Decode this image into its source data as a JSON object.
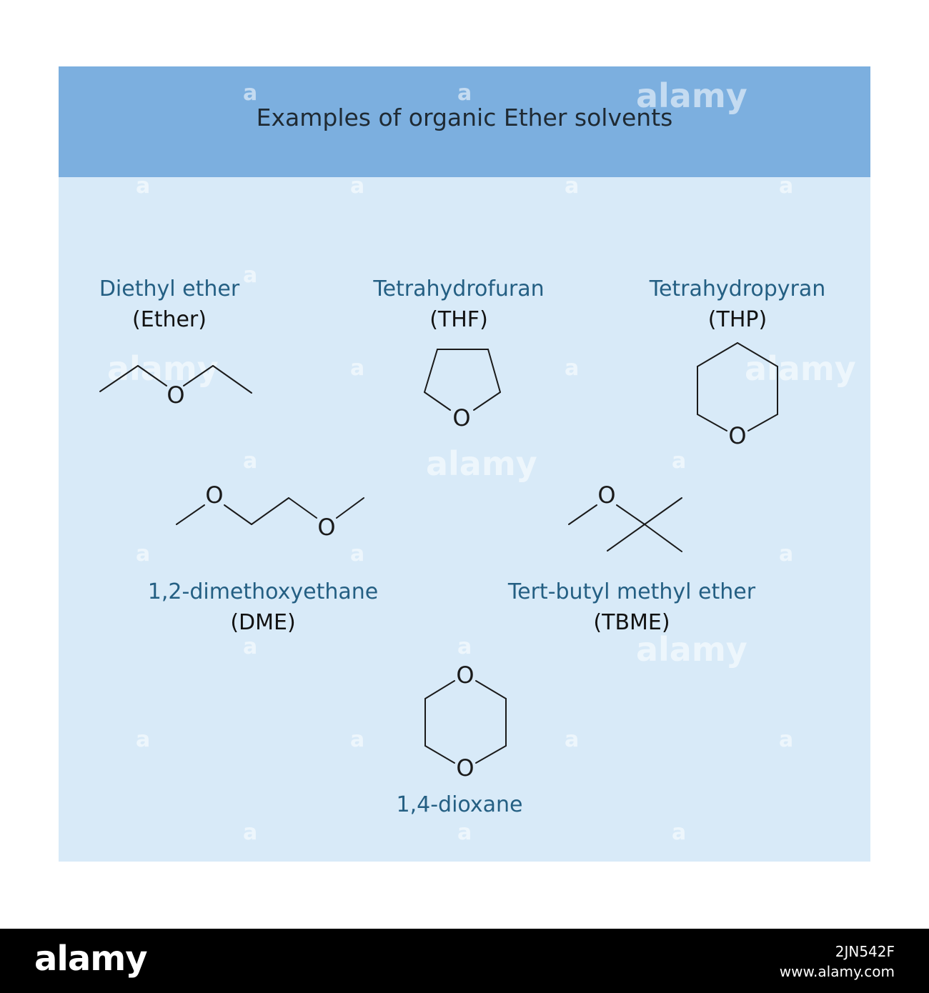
{
  "title": "Examples of organic Ether solvents",
  "atom_symbol": "O",
  "compounds": [
    {
      "name": "Diethyl ether",
      "abbr": "(Ether)"
    },
    {
      "name": "Tetrahydrofuran",
      "abbr": "(THF)"
    },
    {
      "name": "Tetrahydropyran",
      "abbr": "(THP)"
    },
    {
      "name": "1,2-dimethoxyethane",
      "abbr": "(DME)"
    },
    {
      "name": "Tert-butyl methyl ether",
      "abbr": "(TBME)"
    },
    {
      "name": "1,4-dioxane"
    }
  ],
  "watermark": {
    "brand": "alamy",
    "glyph": "a"
  },
  "footer": {
    "logo": "alamy",
    "image_id": "2JN542F",
    "url": "www.alamy.com"
  },
  "colors": {
    "header": "#7cafdf",
    "panel": "#d8eaf8",
    "name_text": "#245f83"
  }
}
